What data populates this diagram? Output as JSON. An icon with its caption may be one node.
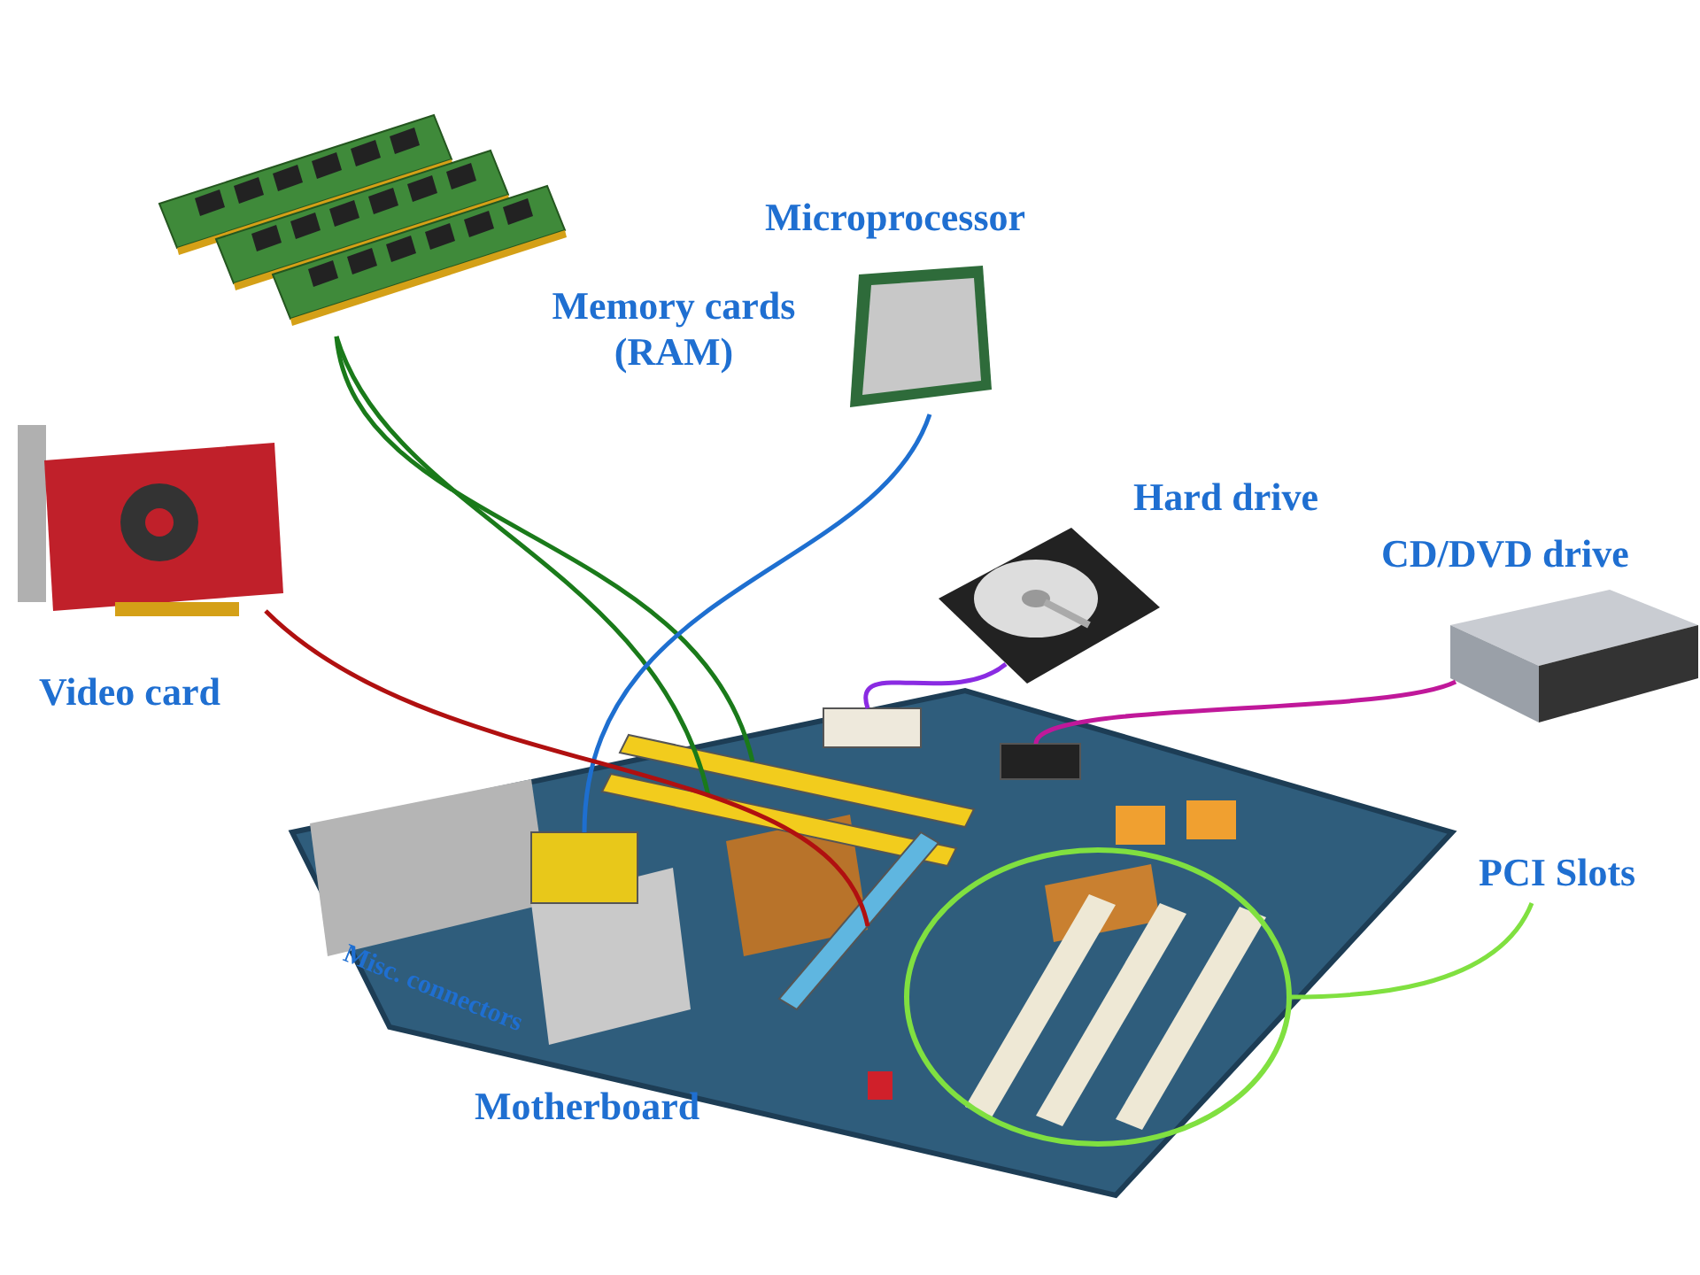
{
  "diagram": {
    "nodes": [
      {
        "text": [],
        "shape": "picture",
        "beside": [
          "Memory cards (RAM)"
        ]
      },
      {
        "text": [],
        "shape": "picture",
        "beside": [
          "Microprocessor"
        ]
      },
      {
        "text": [],
        "shape": "picture",
        "beside": [
          "Video card"
        ]
      },
      {
        "text": [],
        "shape": "picture",
        "beside": [
          "Hard drive"
        ]
      },
      {
        "text": [],
        "shape": "picture",
        "beside": [
          "CD/DVD drive"
        ]
      },
      {
        "text": [],
        "shape": "picture",
        "beside": [
          "Motherboard"
        ]
      },
      {
        "text": [],
        "shape": "bar",
        "in": 5
      },
      {
        "text": [],
        "shape": "bar",
        "in": 5
      },
      {
        "text": [],
        "shape": "box",
        "in": 5
      },
      {
        "text": [],
        "shape": "bar",
        "in": 5
      },
      {
        "text": [],
        "shape": "box",
        "in": 5
      },
      {
        "text": [],
        "shape": "box",
        "in": 5
      },
      {
        "text": [],
        "shape": "circle",
        "in": 5
      },
      {
        "text": [
          "PCI Slots"
        ]
      }
    ],
    "edges": [
      {
        "from": 0,
        "to": 6,
        "arrow": "none",
        "color": "#1a7a1a"
      },
      {
        "from": 0,
        "to": 7,
        "arrow": "none",
        "color": "#1a7a1a"
      },
      {
        "from": 1,
        "to": 8,
        "arrow": "none",
        "color": "#1e6fd0"
      },
      {
        "from": 2,
        "to": 9,
        "arrow": "none",
        "color": "#b01010"
      },
      {
        "from": 3,
        "to": 10,
        "arrow": "none",
        "color": "#8a2be2"
      },
      {
        "from": 4,
        "to": 11,
        "arrow": "none",
        "color": "#c0189a"
      },
      {
        "from": 13,
        "to": 12,
        "arrow": "none",
        "color": "#80e040"
      }
    ],
    "labels": [
      "Misc. connectors"
    ]
  }
}
